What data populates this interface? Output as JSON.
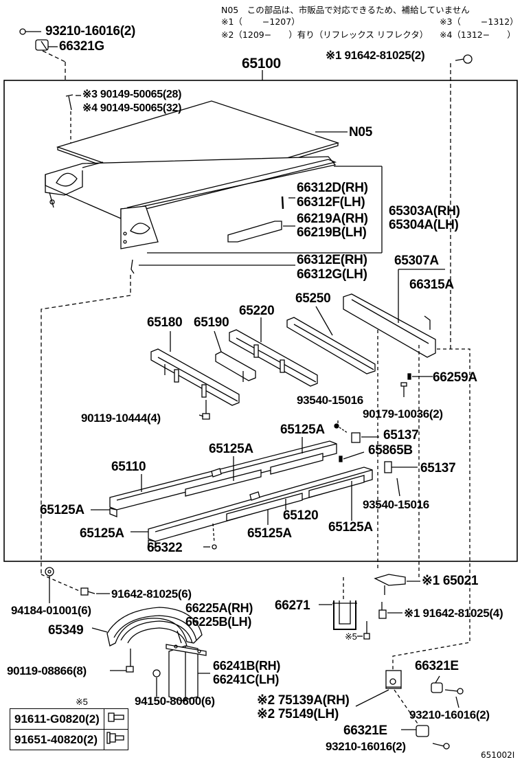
{
  "notes": {
    "n05": "N05　この部品は、市販品で対応できるため、補給していません",
    "r1a": "※1（　　 −1207）",
    "r1b": "※3（　　 −1312）",
    "r2a": "※2（1209−　　）有り（リフレックス リフレクタ）",
    "r2b": "※4（1312−　　）"
  },
  "labels": {
    "p93210_top": "93210-16016(2)",
    "p66321G": "66321G",
    "p65100": "65100",
    "p91642_top": "※1 91642-81025(2)",
    "p90149_3": "※3 90149-50065(28)",
    "p90149_4": "※4 90149-50065(32)",
    "pN05": "N05",
    "p66312D": "66312D(RH)",
    "p66312F": "66312F(LH)",
    "p65303A": "65303A(RH)",
    "p65304A": "65304A(LH)",
    "p66219A": "66219A(RH)",
    "p66219B": "66219B(LH)",
    "p66312E": "66312E(RH)",
    "p66312G": "66312G(LH)",
    "p65307A": "65307A",
    "p66315A": "66315A",
    "p65250": "65250",
    "p65220": "65220",
    "p65180": "65180",
    "p65190": "65190",
    "p66259A": "66259A",
    "p93540_a": "93540-15016",
    "p90179": "90179-10036(2)",
    "p90119_10444": "90119-10444(4)",
    "p65125A_1": "65125A",
    "p65137_1": "65137",
    "p65125A_2": "65125A",
    "p65865B": "65865B",
    "p65110": "65110",
    "p65137_2": "65137",
    "p93540_b": "93540-15016",
    "p65125A_3": "65125A",
    "p65120": "65120",
    "p65125A_4": "65125A",
    "p65125A_5": "65125A",
    "p65125A_6": "65125A",
    "p65322": "65322",
    "p91642_6": "91642-81025(6)",
    "p94184": "94184-01001(6)",
    "p66225A": "66225A(RH)",
    "p66225B": "66225B(LH)",
    "p65349": "65349",
    "p66271": "66271",
    "p65021": "※1 65021",
    "p91642_4": "※1 91642-81025(4)",
    "p_mark5": "※5",
    "p66241B": "66241B(RH)",
    "p66241C": "66241C(LH)",
    "p90119_08866": "90119-08866(8)",
    "p94150": "94150-80600(6)",
    "p66321E_1": "66321E",
    "p93210_r": "93210-16016(2)",
    "p75139A": "※2 75139A(RH)",
    "p75149": "※2 75149(LH)",
    "p66321E_2": "66321E",
    "p93210_b": "93210-16016(2)"
  },
  "legend": {
    "title": "※5",
    "rows": [
      {
        "part": "91611-G0820(2)",
        "icon": "bolt-icon"
      },
      {
        "part": "91651-40820(2)",
        "icon": "bolt-washer-icon"
      }
    ]
  },
  "footer": {
    "code": "651002I"
  }
}
